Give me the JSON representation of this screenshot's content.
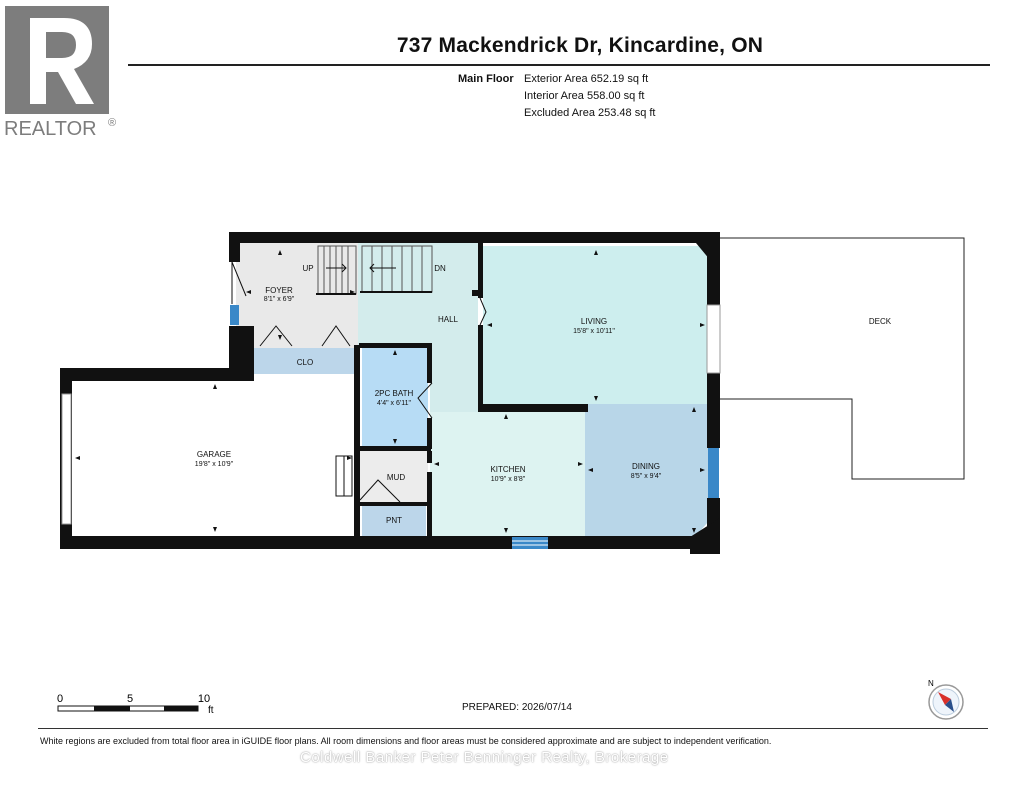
{
  "header": {
    "title": "737 Mackendrick Dr, Kincardine, ON",
    "floor_label": "Main Floor",
    "areas": [
      "Exterior Area 652.19 sq ft",
      "Interior Area 558.00 sq ft",
      "Excluded Area 253.48 sq ft"
    ]
  },
  "logo": {
    "text": "REALTOR",
    "registered": "®"
  },
  "rooms": {
    "foyer": {
      "name": "FOYER",
      "dims": "8'1\" x 6'9\""
    },
    "living": {
      "name": "LIVING",
      "dims": "15'8\" x 10'11\""
    },
    "garage": {
      "name": "GARAGE",
      "dims": "19'8\" x 10'9\""
    },
    "bath": {
      "name": "2PC BATH",
      "dims": "4'4\" x 6'11\""
    },
    "kitchen": {
      "name": "KITCHEN",
      "dims": "10'9\" x 8'8\""
    },
    "dining": {
      "name": "DINING",
      "dims": "8'5\" x 9'4\""
    },
    "hall": "HALL",
    "clo": "CLO",
    "mud": "MUD",
    "pnt": "PNT",
    "deck": "DECK",
    "up": "UP",
    "dn": "DN"
  },
  "scale": {
    "labels": [
      "0",
      "5",
      "10"
    ],
    "unit": "ft"
  },
  "prepared": "PREPARED: 2026/07/14",
  "compass": {
    "label": "N"
  },
  "disclaimer": "White regions are excluded from total floor area in iGUIDE floor plans. All room dimensions and floor areas must be considered approximate and are subject to independent verification.",
  "watermark": "Coldwell Banker Peter Benninger Realty, Brokerage",
  "colors": {
    "wall": "#111111",
    "foyer_fill": "#e9e9e9",
    "hall_fill": "#d3ecec",
    "living_fill": "#cdeeee",
    "bath_fill": "#b7dcf5",
    "clo_fill": "#bcd6ea",
    "kitchen_fill": "#ddf3f1",
    "dining_fill": "#b8d6e8",
    "mud_fill": "#ececec",
    "window": "#3a88c8",
    "logo": "#7d7d7d"
  }
}
